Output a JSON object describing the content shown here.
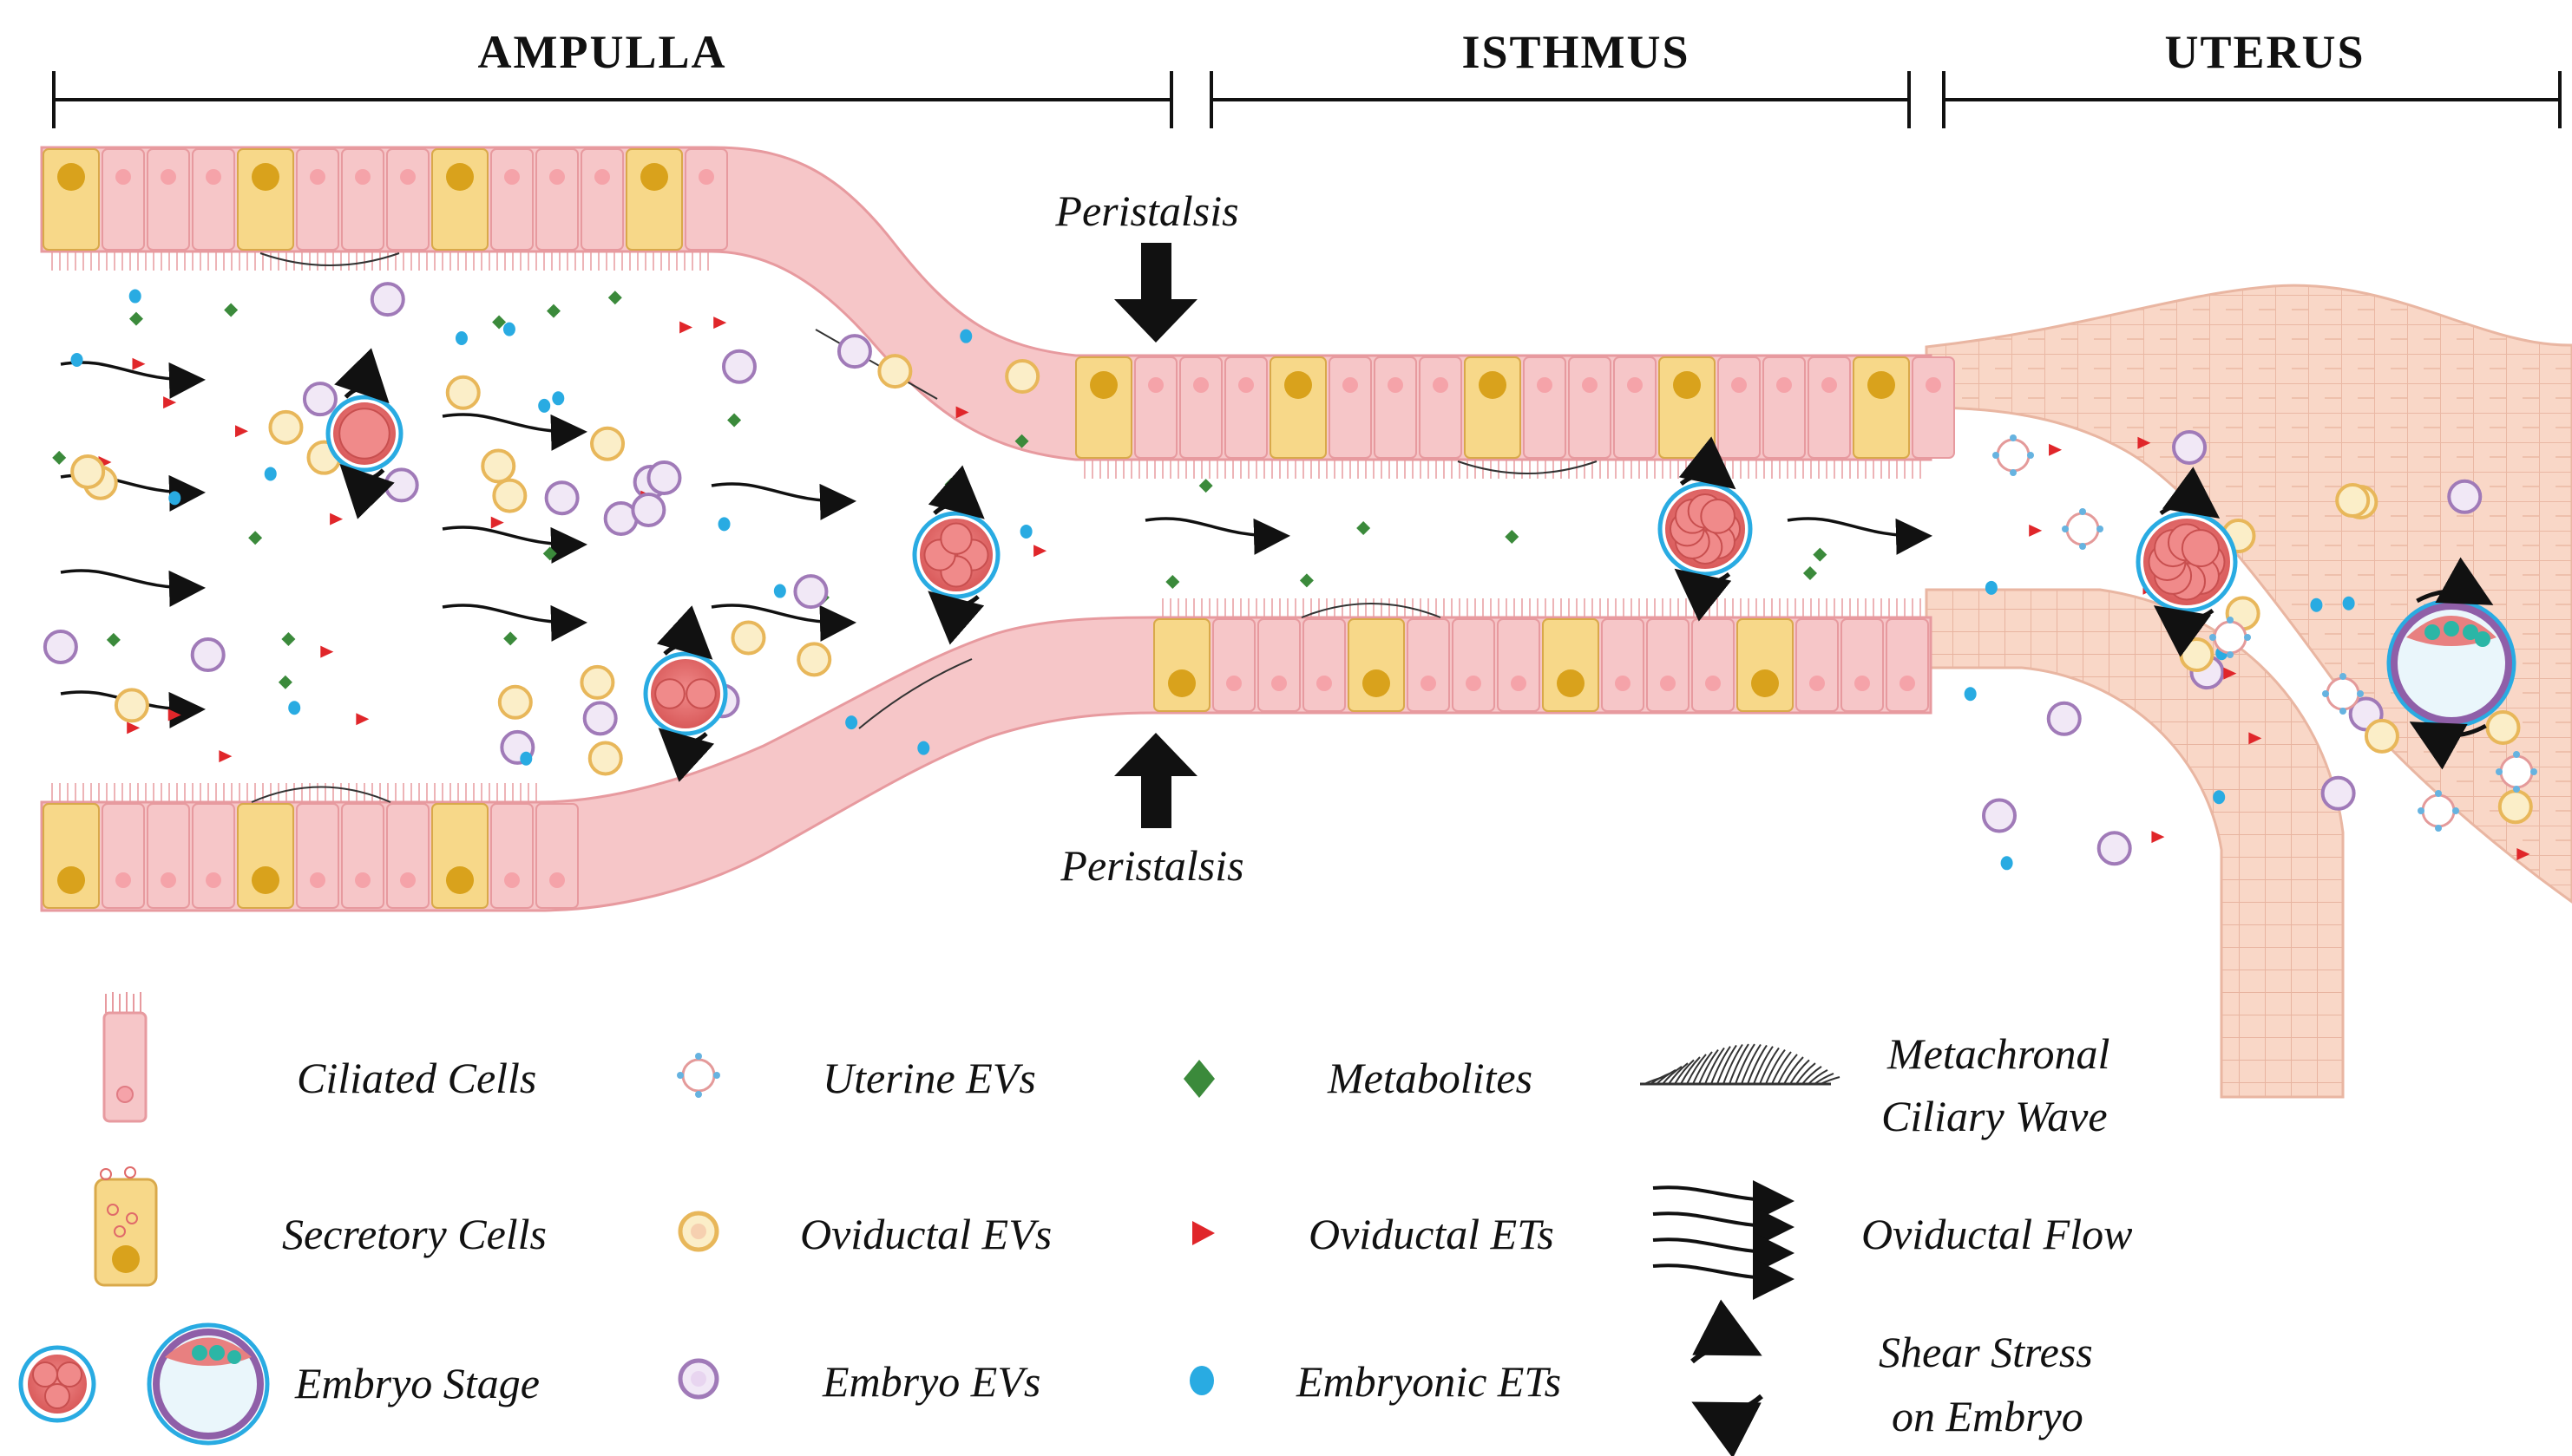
{
  "regions": [
    {
      "id": "ampulla",
      "label": "AMPULLA"
    },
    {
      "id": "isthmus",
      "label": "ISTHMUS"
    },
    {
      "id": "uterus",
      "label": "UTERUS"
    }
  ],
  "peristalsis": {
    "top": "Peristalsis",
    "bottom": "Peristalsis"
  },
  "legend": {
    "ciliated_cells": "Ciliated Cells",
    "secretory_cells": "Secretory Cells",
    "embryo_stage": "Embryo Stage",
    "uterine_evs": "Uterine EVs",
    "oviductal_evs": "Oviductal EVs",
    "embryo_evs": "Embryo EVs",
    "metabolites": "Metabolites",
    "oviductal_ets": "Oviductal ETs",
    "embryonic_ets": "Embryonic ETs",
    "ciliary_wave_line1": "Metachronal",
    "ciliary_wave_line2": "Ciliary Wave",
    "oviductal_flow": "Oviductal Flow",
    "shear_line1": "Shear Stress",
    "shear_line2": "on Embryo"
  },
  "colors": {
    "ciliated": "#f6c6c8",
    "ciliated_stroke": "#e79a9f",
    "secretory": "#f7d889",
    "secretory_stroke": "#d9a94a",
    "nucleus_secretory": "#d9a21c",
    "uterine_tissue": "#f9d9c9",
    "metabolite": "#3b8a3b",
    "oviductal_et": "#e0262a",
    "embryonic_et": "#29abe2",
    "embryo_ring": "#29abe2",
    "embryo_ev": "#a07ab8",
    "oviductal_ev": "#e8b75a"
  }
}
